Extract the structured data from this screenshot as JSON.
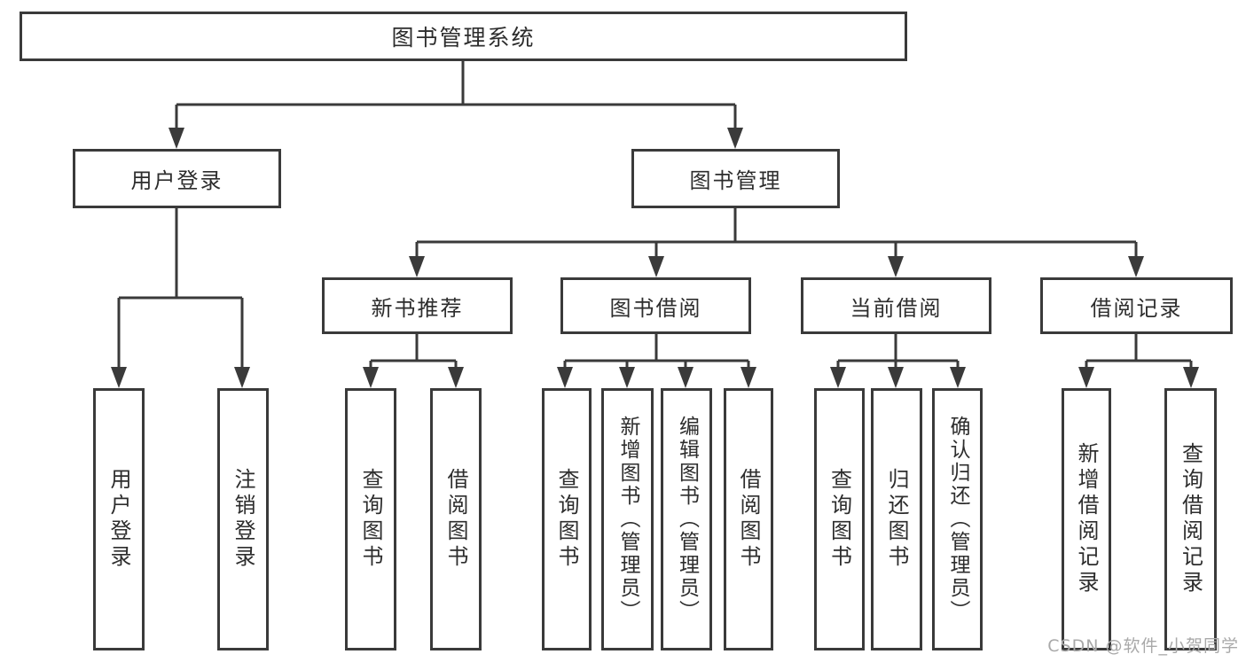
{
  "diagram": {
    "root": {
      "label": "图书管理系统"
    },
    "branches": [
      {
        "label": "用户登录",
        "children": [
          {
            "label": "用户登录"
          },
          {
            "label": "注销登录"
          }
        ]
      },
      {
        "label": "图书管理",
        "children": [
          {
            "label": "新书推荐",
            "children": [
              {
                "label": "查询图书"
              },
              {
                "label": "借阅图书"
              }
            ]
          },
          {
            "label": "图书借阅",
            "children": [
              {
                "label": "查询图书"
              },
              {
                "label": "新增图书（管理员）"
              },
              {
                "label": "编辑图书（管理员）"
              },
              {
                "label": "借阅图书"
              }
            ]
          },
          {
            "label": "当前借阅",
            "children": [
              {
                "label": "查询图书"
              },
              {
                "label": "归还图书"
              },
              {
                "label": "确认归还（管理员）"
              }
            ]
          },
          {
            "label": "借阅记录",
            "children": [
              {
                "label": "新增借阅记录"
              },
              {
                "label": "查询借阅记录"
              }
            ]
          }
        ]
      }
    ]
  },
  "watermark": {
    "text": "CSDN @软件_小贺同学"
  },
  "colors": {
    "line": "#3a3a3a",
    "text": "#2d2d2d",
    "background": "#ffffff",
    "watermark": "#a9a9a9"
  }
}
